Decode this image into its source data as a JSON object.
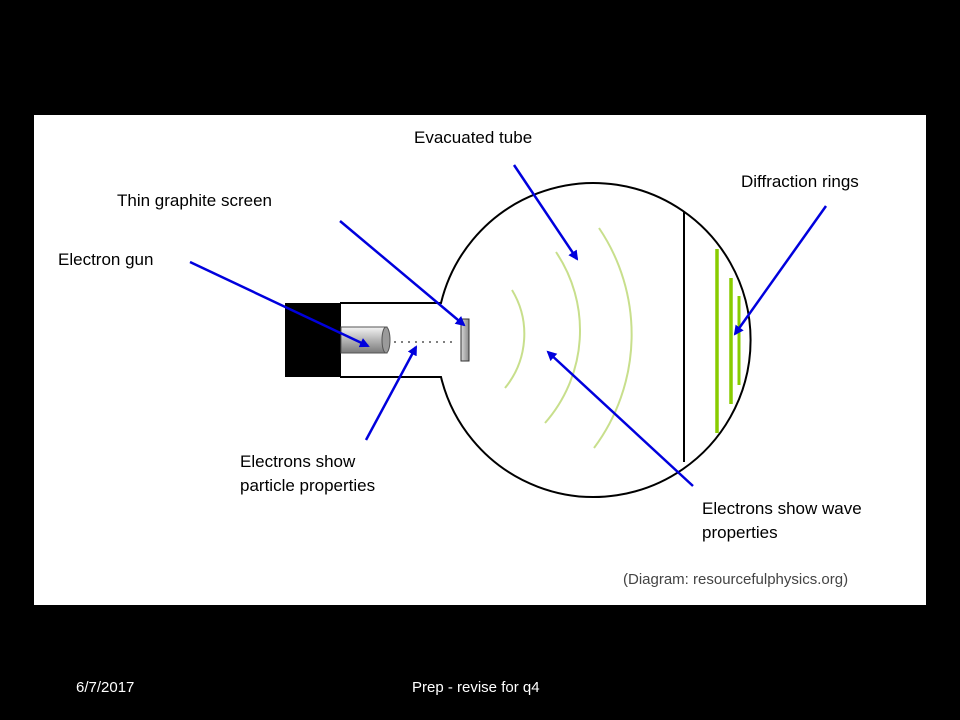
{
  "slide": {
    "background": "#000000",
    "panel_background": "#ffffff"
  },
  "diagram": {
    "labels": {
      "evacuated_tube": "Evacuated tube",
      "thin_graphite_screen": "Thin graphite screen",
      "electron_gun": "Electron gun",
      "diffraction_rings": "Diffraction rings",
      "particle_line1": "Electrons show",
      "particle_line2": "particle properties",
      "wave_line1": "Electrons show wave",
      "wave_line2": "properties"
    },
    "credit": "(Diagram: resourcefulphysics.org)",
    "colors": {
      "arrow": "#0000dd",
      "wavefront": "#c8df8c",
      "rings": "#88cc00",
      "outline": "#000000"
    }
  },
  "footer": {
    "date": "6/7/2017",
    "title": "Prep - revise for q4"
  }
}
